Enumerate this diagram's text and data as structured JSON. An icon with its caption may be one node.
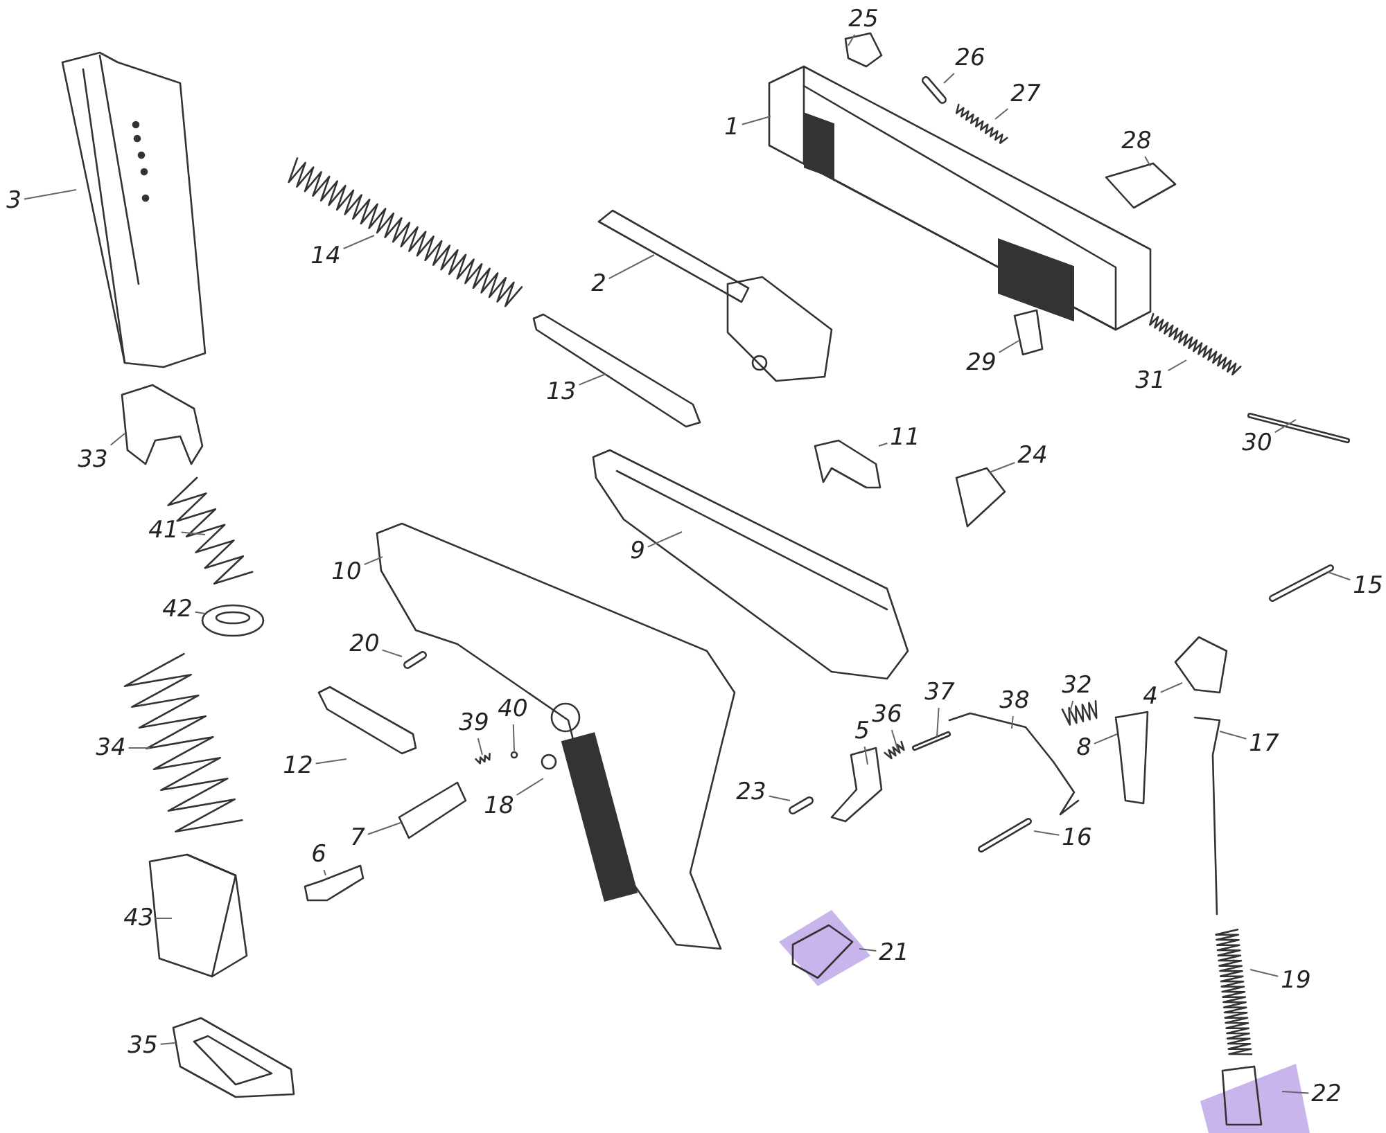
{
  "diagram": {
    "nodes": [
      {
        "text": [
          "25"
        ]
      },
      {
        "text": [
          "26"
        ]
      },
      {
        "text": [
          "27"
        ]
      },
      {
        "text": [
          "1"
        ]
      },
      {
        "text": [
          "28"
        ]
      },
      {
        "text": [
          "3"
        ]
      },
      {
        "text": [
          "14"
        ]
      },
      {
        "text": [
          "2"
        ]
      },
      {
        "text": [
          "29"
        ]
      },
      {
        "text": [
          "31"
        ]
      },
      {
        "text": [
          "13"
        ]
      },
      {
        "text": [
          "33"
        ]
      },
      {
        "text": [
          "30"
        ]
      },
      {
        "text": [
          "11"
        ]
      },
      {
        "text": [
          "24"
        ]
      },
      {
        "text": [
          "41"
        ]
      },
      {
        "text": [
          "9"
        ]
      },
      {
        "text": [
          "10"
        ]
      },
      {
        "text": [
          "15"
        ]
      },
      {
        "text": [
          "42"
        ]
      },
      {
        "text": [
          "20"
        ]
      },
      {
        "text": [
          "4"
        ]
      },
      {
        "text": [
          "32"
        ]
      },
      {
        "text": [
          "37"
        ]
      },
      {
        "text": [
          "38"
        ]
      },
      {
        "text": [
          "36"
        ]
      },
      {
        "text": [
          "5"
        ]
      },
      {
        "text": [
          "8"
        ]
      },
      {
        "text": [
          "17"
        ]
      },
      {
        "text": [
          "34"
        ]
      },
      {
        "text": [
          "39"
        ]
      },
      {
        "text": [
          "40"
        ]
      },
      {
        "text": [
          "12"
        ]
      },
      {
        "text": [
          "18"
        ]
      },
      {
        "text": [
          "23"
        ]
      },
      {
        "text": [
          "7"
        ]
      },
      {
        "text": [
          "16"
        ]
      },
      {
        "text": [
          "6"
        ]
      },
      {
        "text": [
          "43"
        ]
      },
      {
        "text": [
          "21"
        ]
      },
      {
        "text": [
          "19"
        ]
      },
      {
        "text": [
          "35"
        ]
      },
      {
        "text": [
          "22"
        ]
      }
    ],
    "edges": [
      {
        "from": 0,
        "to": null,
        "arrow": "none"
      },
      {
        "from": 1,
        "to": null,
        "arrow": "none"
      },
      {
        "from": 2,
        "to": null,
        "arrow": "none"
      },
      {
        "from": 3,
        "to": null,
        "arrow": "none"
      },
      {
        "from": 4,
        "to": null,
        "arrow": "none"
      },
      {
        "from": 5,
        "to": null,
        "arrow": "none"
      },
      {
        "from": 6,
        "to": null,
        "arrow": "none"
      },
      {
        "from": 7,
        "to": null,
        "arrow": "none"
      },
      {
        "from": 8,
        "to": null,
        "arrow": "none"
      },
      {
        "from": 9,
        "to": null,
        "arrow": "none"
      },
      {
        "from": 10,
        "to": null,
        "arrow": "none"
      },
      {
        "from": 11,
        "to": null,
        "arrow": "none"
      },
      {
        "from": 12,
        "to": null,
        "arrow": "none"
      },
      {
        "from": 13,
        "to": null,
        "arrow": "none"
      },
      {
        "from": 14,
        "to": null,
        "arrow": "none"
      },
      {
        "from": 15,
        "to": null,
        "arrow": "none"
      },
      {
        "from": 16,
        "to": null,
        "arrow": "none"
      },
      {
        "from": 17,
        "to": null,
        "arrow": "none"
      },
      {
        "from": 18,
        "to": null,
        "arrow": "none"
      },
      {
        "from": 19,
        "to": null,
        "arrow": "none"
      },
      {
        "from": 20,
        "to": null,
        "arrow": "none"
      },
      {
        "from": 21,
        "to": null,
        "arrow": "none"
      },
      {
        "from": 22,
        "to": null,
        "arrow": "none"
      },
      {
        "from": 23,
        "to": null,
        "arrow": "none"
      },
      {
        "from": 24,
        "to": null,
        "arrow": "none"
      },
      {
        "from": 25,
        "to": null,
        "arrow": "none"
      },
      {
        "from": 26,
        "to": null,
        "arrow": "none"
      },
      {
        "from": 27,
        "to": null,
        "arrow": "none"
      },
      {
        "from": 28,
        "to": null,
        "arrow": "none"
      },
      {
        "from": 29,
        "to": null,
        "arrow": "none"
      },
      {
        "from": 30,
        "to": null,
        "arrow": "none"
      },
      {
        "from": 31,
        "to": null,
        "arrow": "none"
      },
      {
        "from": 32,
        "to": null,
        "arrow": "none"
      },
      {
        "from": 33,
        "to": null,
        "arrow": "none"
      },
      {
        "from": 34,
        "to": null,
        "arrow": "none"
      },
      {
        "from": 35,
        "to": null,
        "arrow": "none"
      },
      {
        "from": 36,
        "to": null,
        "arrow": "none"
      },
      {
        "from": 37,
        "to": null,
        "arrow": "none"
      },
      {
        "from": 38,
        "to": null,
        "arrow": "none"
      },
      {
        "from": 39,
        "to": null,
        "arrow": "none"
      },
      {
        "from": 40,
        "to": null,
        "arrow": "none"
      },
      {
        "from": 41,
        "to": null,
        "arrow": "none"
      },
      {
        "from": 42,
        "to": null,
        "arrow": "none"
      }
    ]
  }
}
